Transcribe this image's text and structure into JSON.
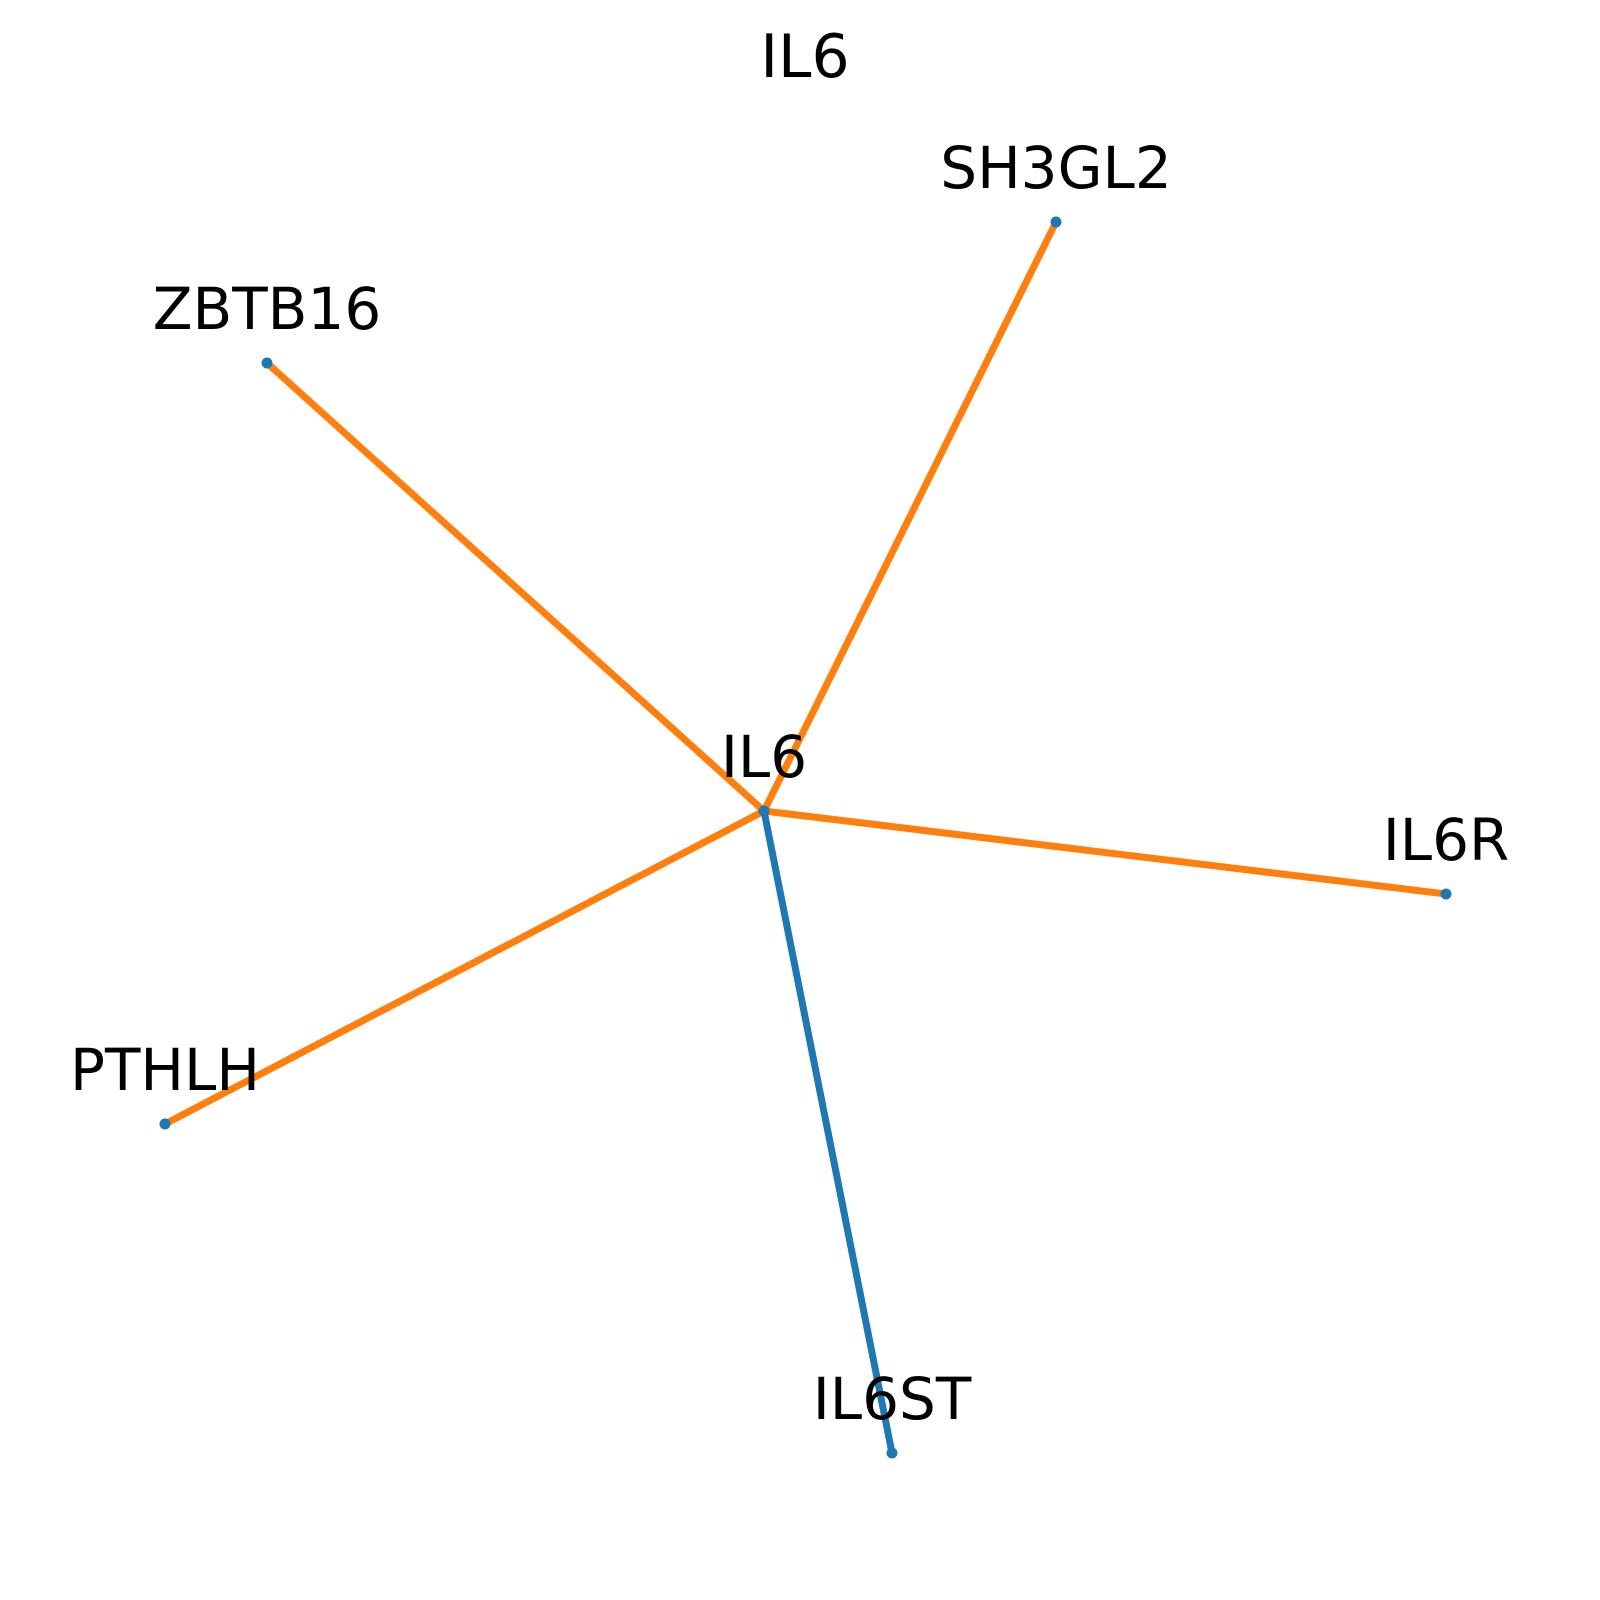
{
  "title": "IL6",
  "colors": {
    "node": "#1f77b4",
    "edge_orange": "#ff7f0e",
    "edge_blue": "#1f77b4"
  },
  "nodes": [
    {
      "id": "IL6",
      "label": "IL6"
    },
    {
      "id": "SH3GL2",
      "label": "SH3GL2"
    },
    {
      "id": "ZBTB16",
      "label": "ZBTB16"
    },
    {
      "id": "IL6R",
      "label": "IL6R"
    },
    {
      "id": "PTHLH",
      "label": "PTHLH"
    },
    {
      "id": "IL6ST",
      "label": "IL6ST"
    }
  ],
  "edges": [
    {
      "source": "IL6",
      "target": "SH3GL2",
      "color": "edge_orange"
    },
    {
      "source": "IL6",
      "target": "ZBTB16",
      "color": "edge_orange"
    },
    {
      "source": "IL6",
      "target": "IL6R",
      "color": "edge_orange"
    },
    {
      "source": "IL6",
      "target": "PTHLH",
      "color": "edge_orange"
    },
    {
      "source": "IL6",
      "target": "IL6ST",
      "color": "edge_blue"
    }
  ]
}
